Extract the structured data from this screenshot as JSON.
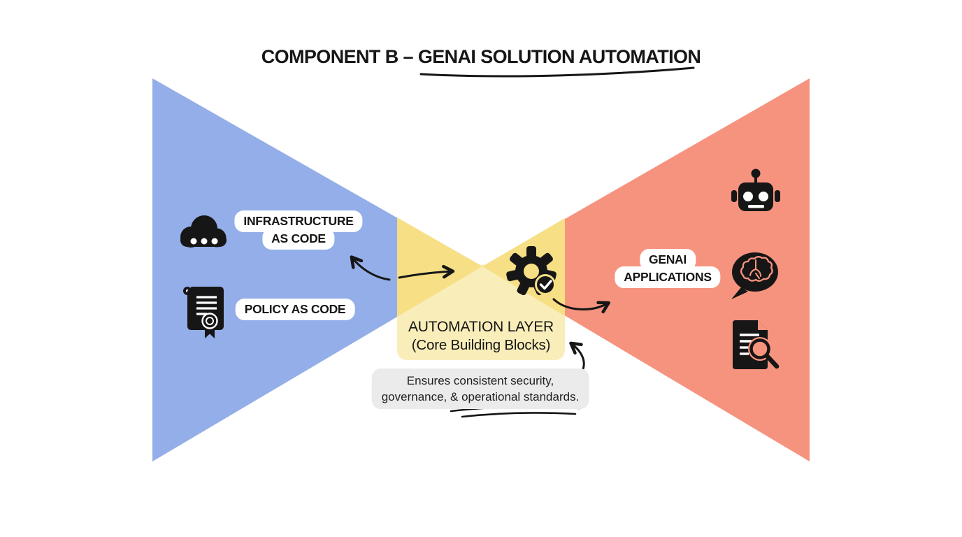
{
  "diagram": {
    "title": {
      "prefix": "COMPONENT B – ",
      "underlined": "GENAI SOLUTION AUTOMATION"
    }
  },
  "colors": {
    "blue": "#93AEE8",
    "salmon": "#F6937E",
    "yellow": "#F6DF85",
    "pale_yellow": "#F9EDB9",
    "note_bg": "#EBEBEB",
    "ink": "#161616"
  },
  "left": {
    "iac": {
      "line1": "INFRASTRUCTURE",
      "line2": "AS CODE"
    },
    "policy": {
      "text": "POLICY AS CODE"
    },
    "icons": [
      "cloud-icon",
      "certificate-icon"
    ]
  },
  "center": {
    "box": {
      "line1": "AUTOMATION LAYER",
      "line2": "(Core Building Blocks)"
    },
    "note": {
      "line1": "Ensures consistent security,",
      "line2": "governance, & operational standards."
    },
    "icons": [
      "gear-check-icon"
    ]
  },
  "right": {
    "genai": {
      "line1": "GENAI",
      "line2": "APPLICATIONS"
    },
    "icons": [
      "robot-icon",
      "brain-chat-icon",
      "document-search-icon"
    ]
  }
}
